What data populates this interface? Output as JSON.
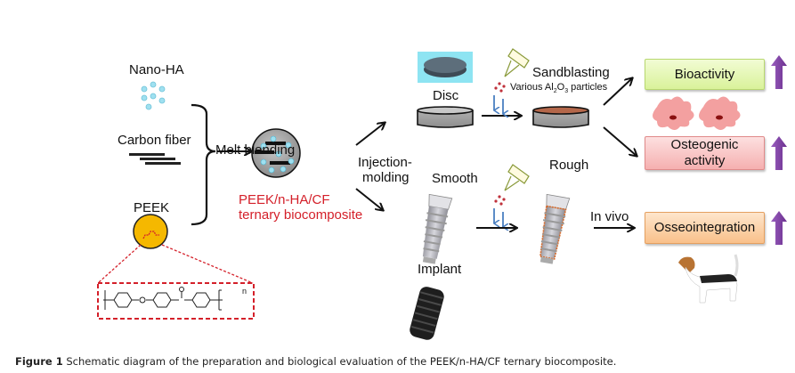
{
  "diagram": {
    "inputs": {
      "nano_ha": "Nano-HA",
      "carbon_fiber": "Carbon fiber",
      "peek": "PEEK"
    },
    "process": {
      "melt_blending": "Melt blending",
      "composite_line1": "PEEK/n-HA/CF",
      "composite_line2": "ternary biocomposite",
      "injection_line1": "Injection-",
      "injection_line2": "molding"
    },
    "products": {
      "disc": "Disc",
      "smooth": "Smooth",
      "implant": "Implant",
      "rough": "Rough"
    },
    "treatment": {
      "sandblasting": "Sandblasting",
      "particles_prefix": "Various Al",
      "particles_sub1": "2",
      "particles_mid": "O",
      "particles_sub2": "3",
      "particles_suffix": " particles",
      "in_vivo": "In vivo"
    },
    "outcomes": [
      {
        "label": "Bioactivity",
        "color": "#e8f8b8",
        "trend": "up"
      },
      {
        "label_line1": "Osteogenic",
        "label_line2": "activity",
        "color": "#f9c7c7",
        "trend": "up"
      },
      {
        "label": "Osseointegration",
        "color": "#fcd2a8",
        "trend": "up"
      }
    ],
    "colors": {
      "red_text": "#d4202a",
      "peek_orange": "#f5b800",
      "nano_ha_blue": "#9fe0f0",
      "up_arrow_purple": "#7b3f9e",
      "blast_arrow_blue": "#4a7fc1",
      "dashed_red": "#d4202a"
    },
    "structure_subscript": "n"
  },
  "caption": {
    "label": "Figure 1",
    "text": " Schematic diagram of the preparation and biological evaluation of the PEEK/n-HA/CF ternary biocomposite."
  }
}
